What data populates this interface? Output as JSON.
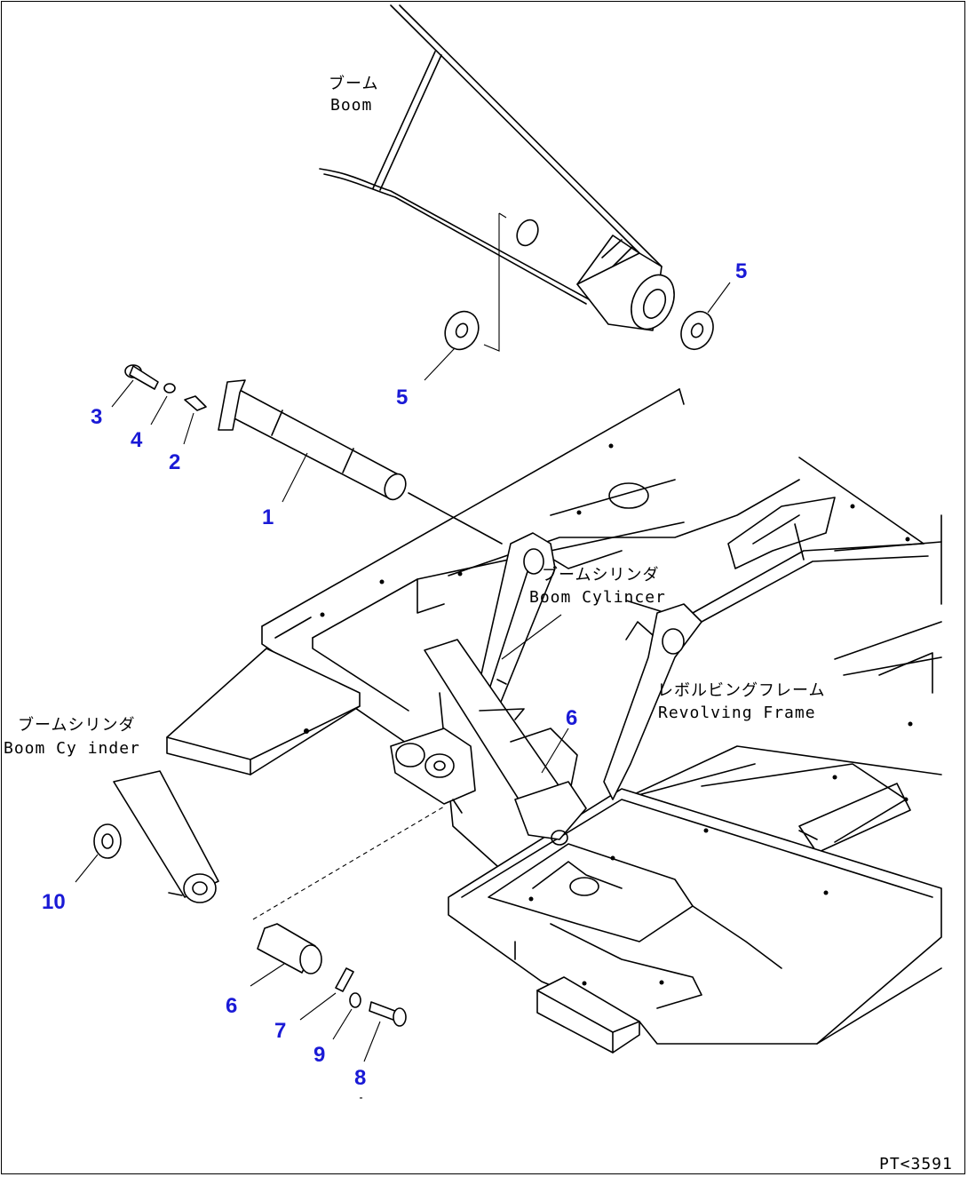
{
  "labels": {
    "boom_jp": "ブーム",
    "boom_en": "Boom",
    "boom_cyl_center_jp": "ブームシリンダ",
    "boom_cyl_center_en": "Boom Cylincer",
    "boom_cyl_left_jp": "ブームシリンダ",
    "boom_cyl_left_en": "Boom Cy inder",
    "rev_frame_jp": "レボルビングフレーム",
    "rev_frame_en": "Revolving Frame"
  },
  "callouts": {
    "p1": "1",
    "p2": "2",
    "p3": "3",
    "p4": "4",
    "p5a": "5",
    "p5b": "5",
    "p6a": "6",
    "p6b": "6",
    "p7": "7",
    "p8": "8",
    "p9": "9",
    "p10": "10"
  },
  "drawing_code": "PT<3591",
  "colors": {
    "callout": "#1a1ad6",
    "line": "#000000"
  }
}
